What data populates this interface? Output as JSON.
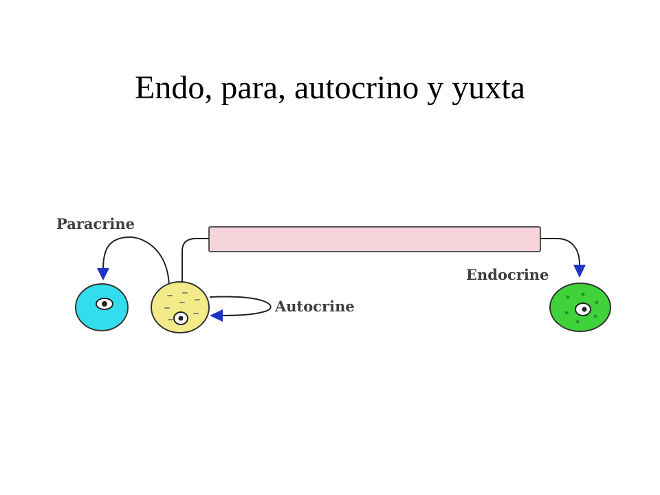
{
  "slide": {
    "title": "Endo, para, autocrino y yuxta"
  },
  "diagram": {
    "labels": {
      "paracrine": "Paracrine",
      "autocrine": "Autocrine",
      "endocrine": "Endocrine"
    },
    "cells": {
      "paracrine_target": {
        "icon": "cyan-target-cell",
        "color": "#33ddee"
      },
      "secreting": {
        "icon": "yellow-secreting-cell",
        "color": "#f3eb8a"
      },
      "endocrine_target": {
        "icon": "green-target-cell",
        "color": "#3fd23a"
      }
    },
    "colors": {
      "blood_vessel": "#f7d3dc",
      "arrowhead": "#1f35c7",
      "curve": "#222222"
    }
  }
}
